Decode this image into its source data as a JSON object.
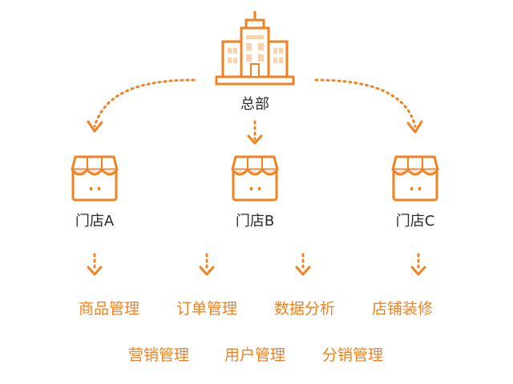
{
  "colors": {
    "accent": "#f08222",
    "accent_light": "#fde3cf",
    "accent_mid": "#f8b37a",
    "text": "#2b2b2b",
    "feature_text": "#f08222"
  },
  "headquarters": {
    "icon": "building-icon",
    "label": "总部"
  },
  "stores": [
    {
      "label": "门店A",
      "icon": "storefront-icon"
    },
    {
      "label": "门店B",
      "icon": "storefront-icon"
    },
    {
      "label": "门店C",
      "icon": "storefront-icon"
    }
  ],
  "features": {
    "row1": [
      "商品管理",
      "订单管理",
      "数据分析",
      "店铺装修"
    ],
    "row2": [
      "营销管理",
      "用户管理",
      "分销管理"
    ]
  }
}
